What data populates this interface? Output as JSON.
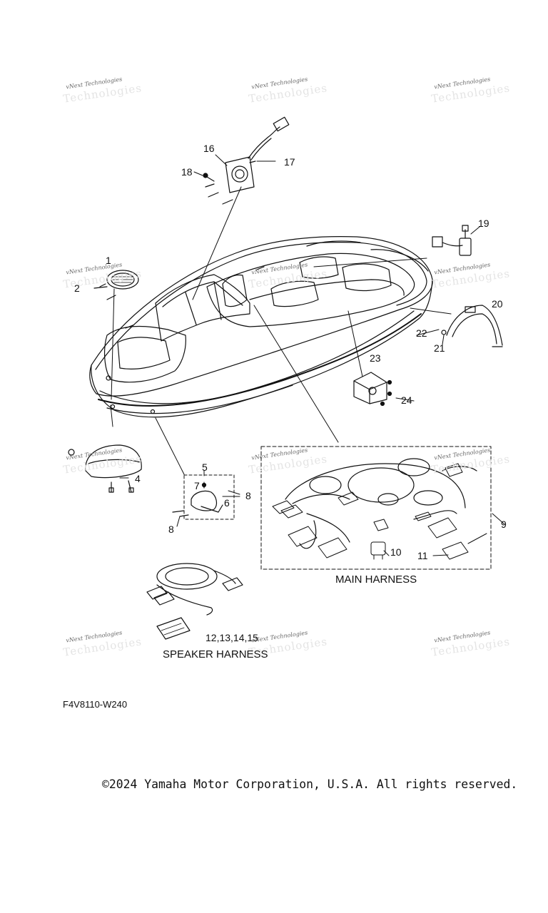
{
  "watermark": {
    "text": "vNext Technologies",
    "ghost_text": "Technologies"
  },
  "callouts": [
    "1",
    "2",
    "4",
    "5",
    "6",
    "7",
    "8",
    "8",
    "9",
    "10",
    "11",
    "12,13,14,15",
    "16",
    "17",
    "18",
    "19",
    "20",
    "21",
    "22",
    "23",
    "24"
  ],
  "harness_labels": {
    "main": "MAIN HARNESS",
    "speaker": "SPEAKER HARNESS"
  },
  "figure_code": "F4V8110-W240",
  "copyright": "©2024 Yamaha Motor Corporation, U.S.A. All rights reserved."
}
